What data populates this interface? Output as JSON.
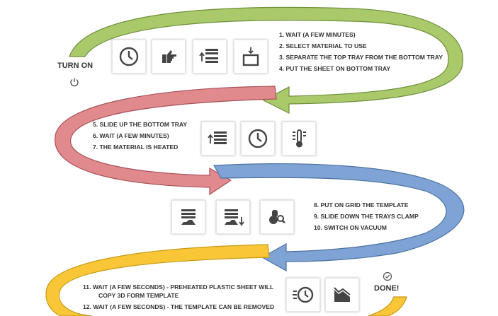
{
  "start": {
    "label": "TURN ON",
    "icon": "power-icon"
  },
  "end": {
    "label": "DONE!",
    "icon": "check-circle-icon"
  },
  "colors": {
    "green": "#a9c96b",
    "red": "#e08a8e",
    "blue": "#7ea3d4",
    "yellow": "#f9c637"
  },
  "groups": [
    {
      "color": "green",
      "icons": [
        "clock-icon",
        "hand-pointer-icon",
        "tray-separate-icon",
        "sheet-down-icon"
      ],
      "steps": [
        "1. WAIT (A FEW MINUTES)",
        "2. SELECT MATERIAL TO USE",
        "3. SEPARATE THE TOP TRAY FROM THE BOTTOM TRAY",
        "4.  PUT THE SHEET ON BOTTOM TRAY"
      ]
    },
    {
      "color": "red",
      "icons": [
        "tray-slide-up-icon",
        "clock-icon",
        "thermometer-icon"
      ],
      "steps": [
        "5. SLIDE UP THE BOTTOM TRAY",
        "6. WAIT (A FEW MINUTES)",
        "7. THE MATERIAL IS HEATED"
      ]
    },
    {
      "color": "blue",
      "icons": [
        "grid-template-icon",
        "tray-clamp-down-icon",
        "vacuum-icon"
      ],
      "steps": [
        "8. PUT ON GRID THE TEMPLATE",
        "9. SLIDE DOWN THE TRAYS CLAMP",
        "10. SWITCH ON VACUUM"
      ]
    },
    {
      "color": "yellow",
      "icons": [
        "timer-icon",
        "formed-sheet-icon"
      ],
      "steps": [
        "11. WAIT (A FEW SECONDS) - PREHEATED PLASTIC SHEET WILL",
        "COPY 3D FORM TEMPLATE",
        "12. WAIT (A FEW SECONDS)  -  THE TEMPLATE CAN BE REMOVED"
      ]
    }
  ]
}
